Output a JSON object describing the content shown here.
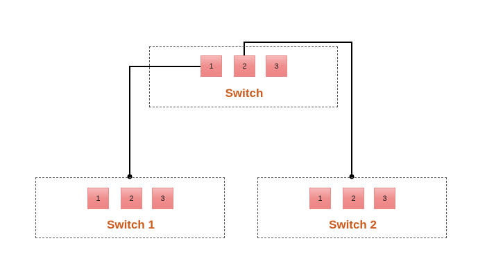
{
  "switches": {
    "top": {
      "label": "Switch",
      "ports": [
        "1",
        "2",
        "3"
      ]
    },
    "left": {
      "label": "Switch 1",
      "ports": [
        "1",
        "2",
        "3"
      ]
    },
    "right": {
      "label": "Switch 2",
      "ports": [
        "1",
        "2",
        "3"
      ]
    }
  },
  "connections": [
    {
      "from": "Switch port 1",
      "to": "Switch 1 port 2"
    },
    {
      "from": "Switch port 2",
      "to": "Switch 2 port 2"
    }
  ],
  "colors": {
    "label": "#cc5a1c",
    "port_fill": "#f08e8e",
    "port_border": "#e58c8c",
    "wire": "#000000",
    "box_border": "#555555"
  }
}
